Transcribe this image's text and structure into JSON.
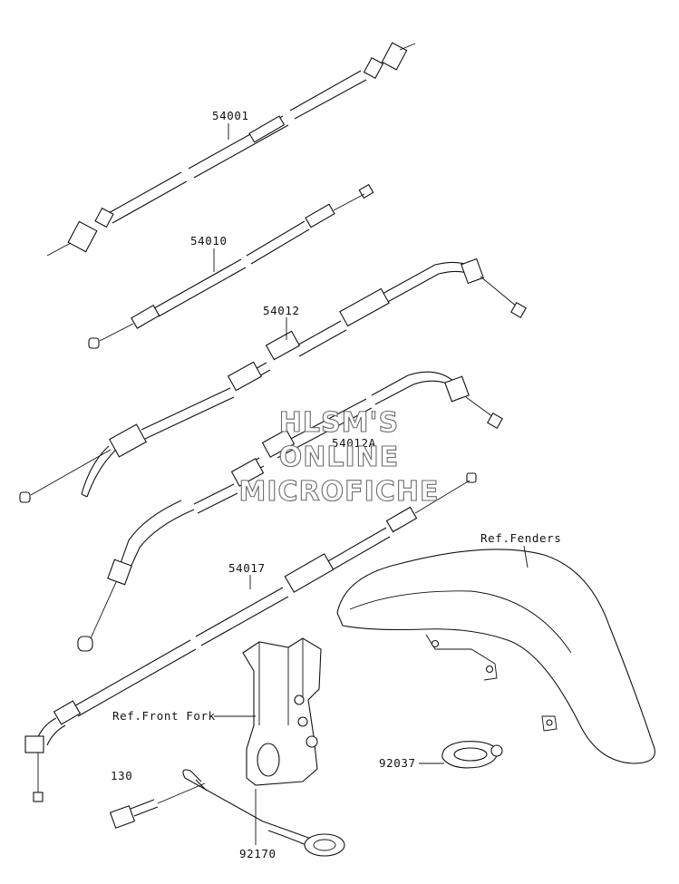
{
  "parts": {
    "p54001": "54001",
    "p54010": "54010",
    "p54012": "54012",
    "p54012A": "54012A",
    "p54017": "54017",
    "p130": "130",
    "p92170": "92170",
    "p92037": "92037"
  },
  "references": {
    "fenders": "Ref.Fenders",
    "front_fork": "Ref.Front Fork"
  },
  "watermark": {
    "line1": "HLSM'S",
    "line2": "ONLINE",
    "line3": "MICROFICHE"
  }
}
